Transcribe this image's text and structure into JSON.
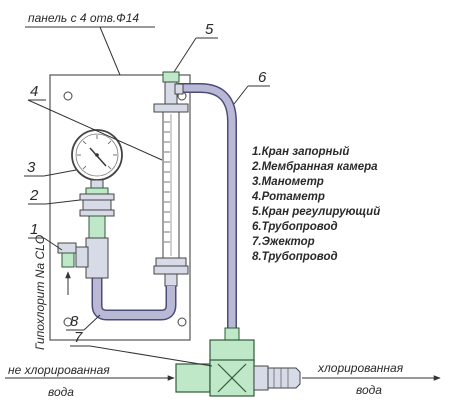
{
  "panel_caption": "панель с 4 отв.Ф14",
  "callouts": {
    "n1": "1",
    "n2": "2",
    "n3": "3",
    "n4": "4",
    "n5": "5",
    "n6": "6",
    "n7": "7",
    "n8": "8"
  },
  "legend": [
    "1.Кран запорный",
    "2.Мембранная камера",
    "3.Манометр",
    "4.Ротаметр",
    "5.Кран регулирующий",
    "6.Трубопровод",
    "7.Эжектор",
    "8.Трубопровод"
  ],
  "vertical_label": "Гипохлорит Na CLO",
  "inlet_label": [
    "не хлорированная",
    "вода"
  ],
  "outlet_label": [
    "хлорированная",
    "вода"
  ],
  "colors": {
    "pipe_fill": "#b9b9d6",
    "pipe_stroke": "#4b4b7a",
    "fitting_fill": "#bfe8c8",
    "fitting_stroke": "#2f5b3a",
    "panel_stroke": "#555555",
    "line": "#333333"
  }
}
